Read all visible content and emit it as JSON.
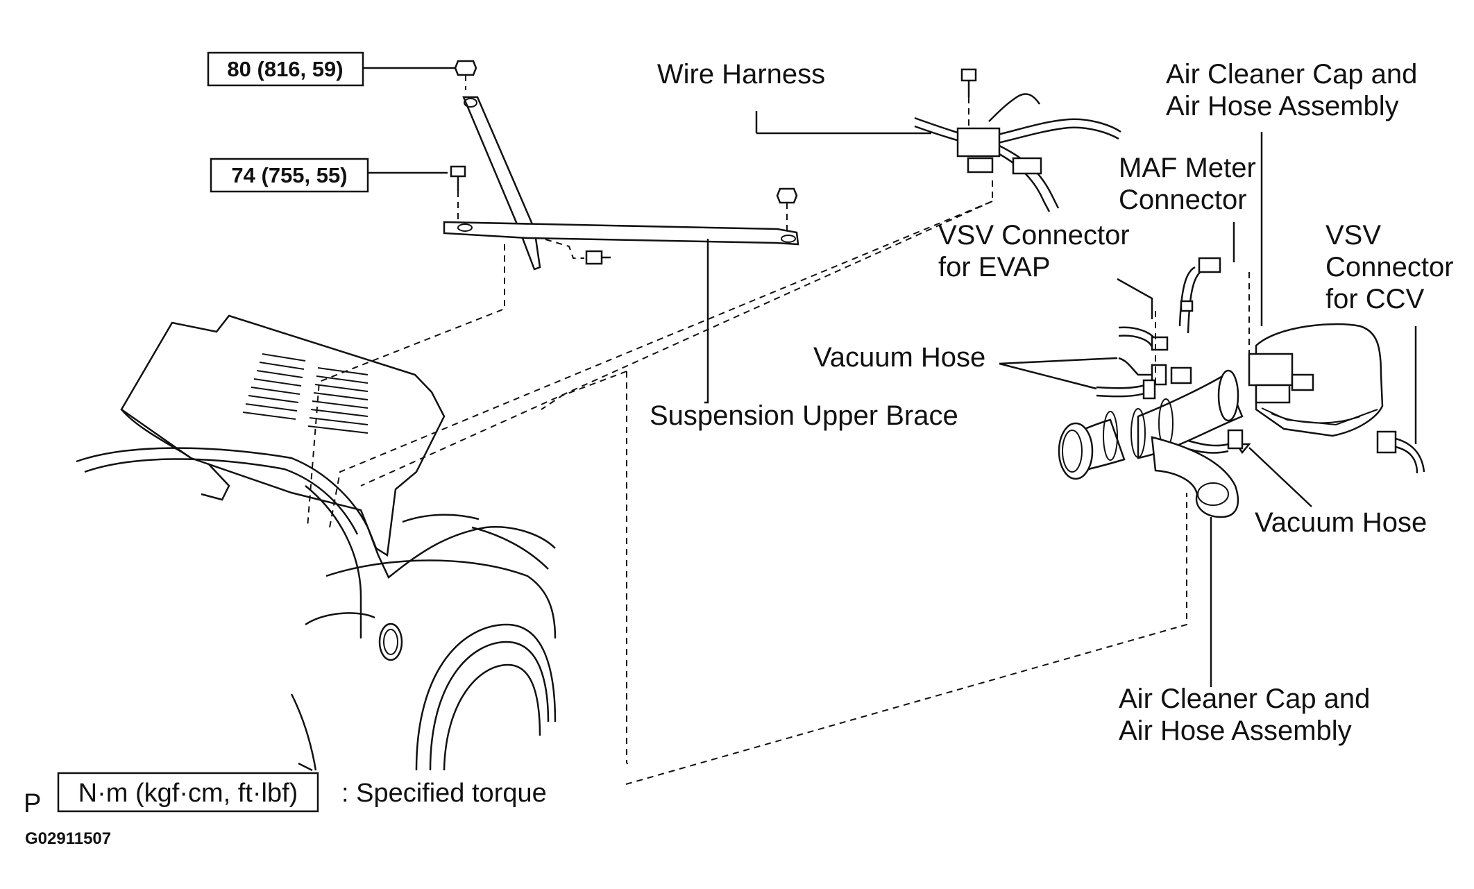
{
  "torque_specs": [
    {
      "value": "80 (816, 59)"
    },
    {
      "value": "74 (755, 55)"
    }
  ],
  "labels": {
    "wire_harness": "Wire Harness",
    "air_cleaner_top_line1": "Air Cleaner Cap and",
    "air_cleaner_top_line2": "Air Hose Assembly",
    "maf_line1": "MAF Meter",
    "maf_line2": "Connector",
    "vsv_evap_line1": "VSV Connector",
    "vsv_evap_line2": "for EVAP",
    "vsv_ccv_line1": "VSV",
    "vsv_ccv_line2": "Connector",
    "vsv_ccv_line3": "for CCV",
    "vacuum_hose_left": "Vacuum Hose",
    "suspension_upper_brace": "Suspension Upper Brace",
    "vacuum_hose_right": "Vacuum Hose",
    "air_cleaner_bottom_line1": "Air Cleaner Cap and",
    "air_cleaner_bottom_line2": "Air Hose Assembly"
  },
  "legend": {
    "marker": "P",
    "unit_box": "N·m (kgf·cm, ft·lbf)",
    "description": ": Specified torque"
  },
  "figure_code": "G02911507"
}
